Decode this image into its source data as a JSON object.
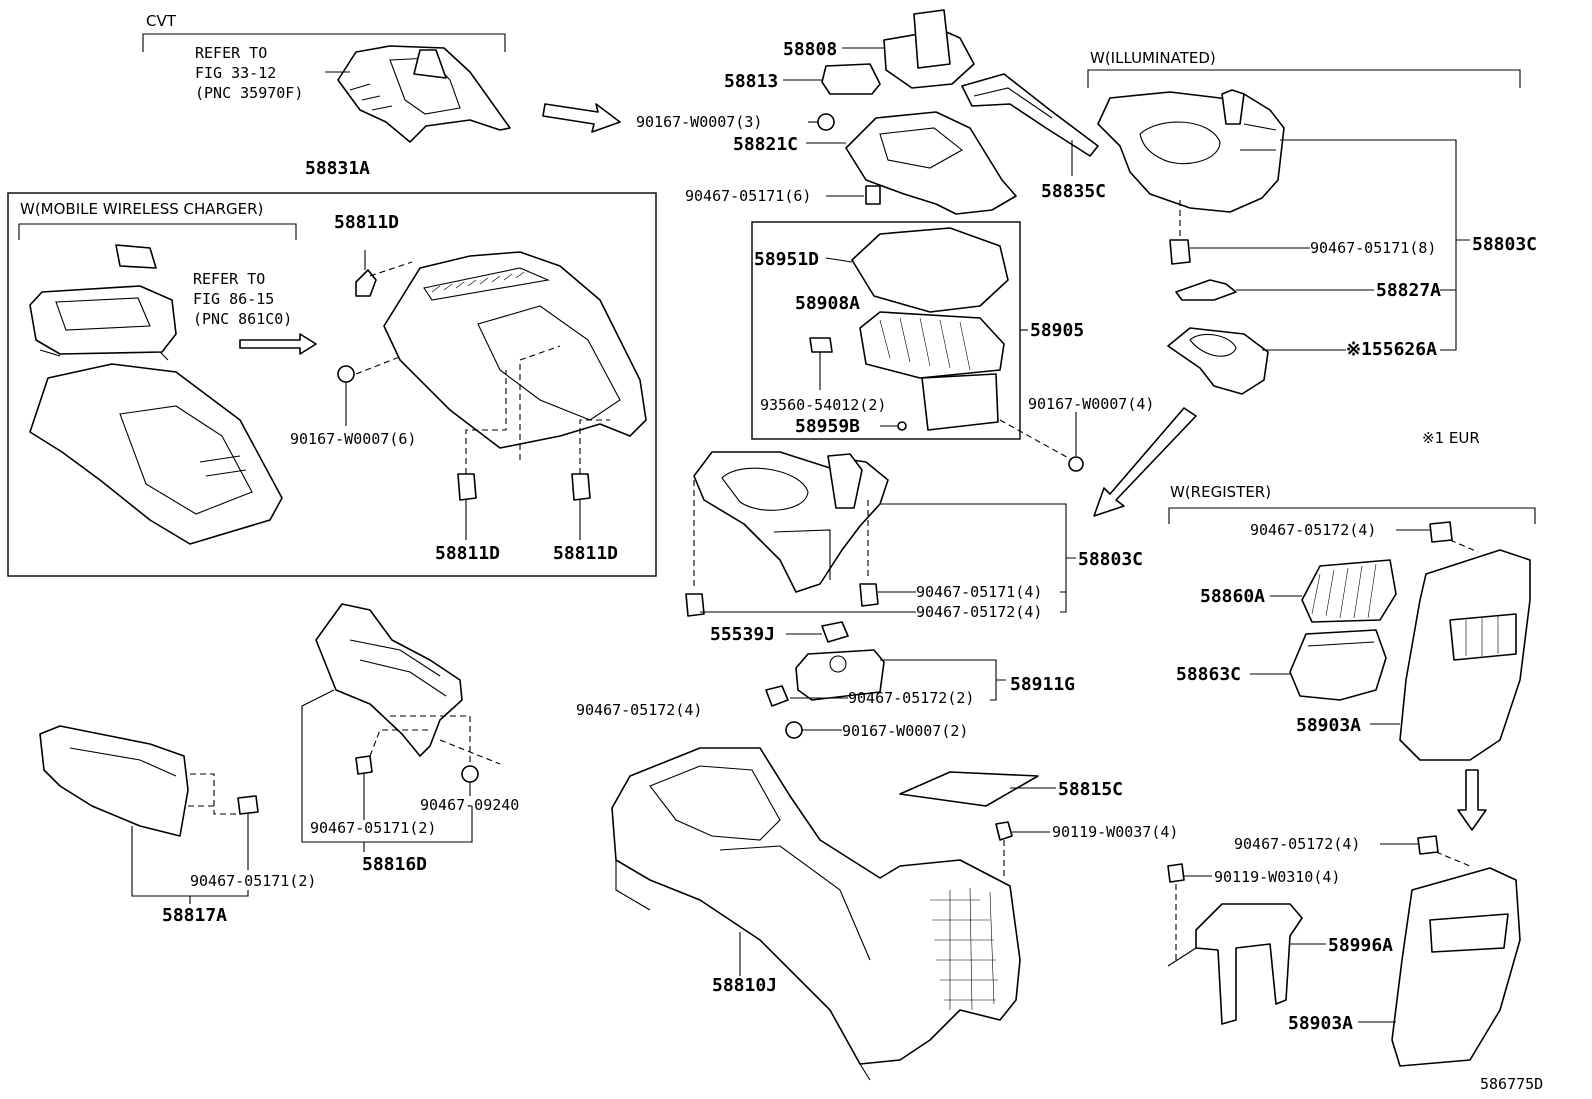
{
  "headers": {
    "cvt": "CVT",
    "mobile_wireless_charger": "W(MOBILE WIRELESS CHARGER)",
    "illuminated": "W(ILLUMINATED)",
    "register": "W(REGISTER)"
  },
  "references": {
    "cvt": [
      "REFER TO",
      "FIG 33-12",
      "(PNC 35970F)"
    ],
    "charger": [
      "REFER TO",
      "FIG 86-15",
      "(PNC 861C0)"
    ]
  },
  "notes": {
    "eur": "※1 EUR",
    "figure_id": "586775D"
  },
  "parts": {
    "p58808": "58808",
    "p58813": "58813",
    "p90167_w0007_3": "90167-W0007(3)",
    "p58821c": "58821C",
    "p90467_05171_6": "90467-05171(6)",
    "p58835c": "58835C",
    "p58831a": "58831A",
    "p58811d_top": "58811D",
    "p90167_w0007_6": "90167-W0007(6)",
    "p58811d_left": "58811D",
    "p58811d_right": "58811D",
    "p58951d": "58951D",
    "p58908a": "58908A",
    "p58905": "58905",
    "p93560_54012_2": "93560-54012(2)",
    "p58959b": "58959B",
    "p90167_w0007_4": "90167-W0007(4)",
    "p90467_05171_8": "90467-05171(8)",
    "p58803c_top": "58803C",
    "p58827a": "58827A",
    "p55626a": "※155626A",
    "p58803c_mid": "58803C",
    "p90467_05171_4": "90467-05171(4)",
    "p90467_05172_4_mid": "90467-05172(4)",
    "p55539j": "55539J",
    "p58911g": "58911G",
    "p90467_05172_2": "90467-05172(2)",
    "p90467_05172_4_left": "90467-05172(4)",
    "p90167_w0007_2": "90167-W0007(2)",
    "p58815c": "58815C",
    "p90119_w0037_4": "90119-W0037(4)",
    "p58810j": "58810J",
    "p90467_09240": "90467-09240",
    "p90467_05171_2_a": "90467-05171(2)",
    "p58816d": "58816D",
    "p90467_05171_2_b": "90467-05171(2)",
    "p58817a": "58817A",
    "p90467_05172_4_reg": "90467-05172(4)",
    "p58860a": "58860A",
    "p58863c": "58863C",
    "p58903a_top": "58903A",
    "p90467_05172_4_bot": "90467-05172(4)",
    "p90119_w0310_4": "90119-W0310(4)",
    "p58996a": "58996A",
    "p58903a_bot": "58903A"
  }
}
